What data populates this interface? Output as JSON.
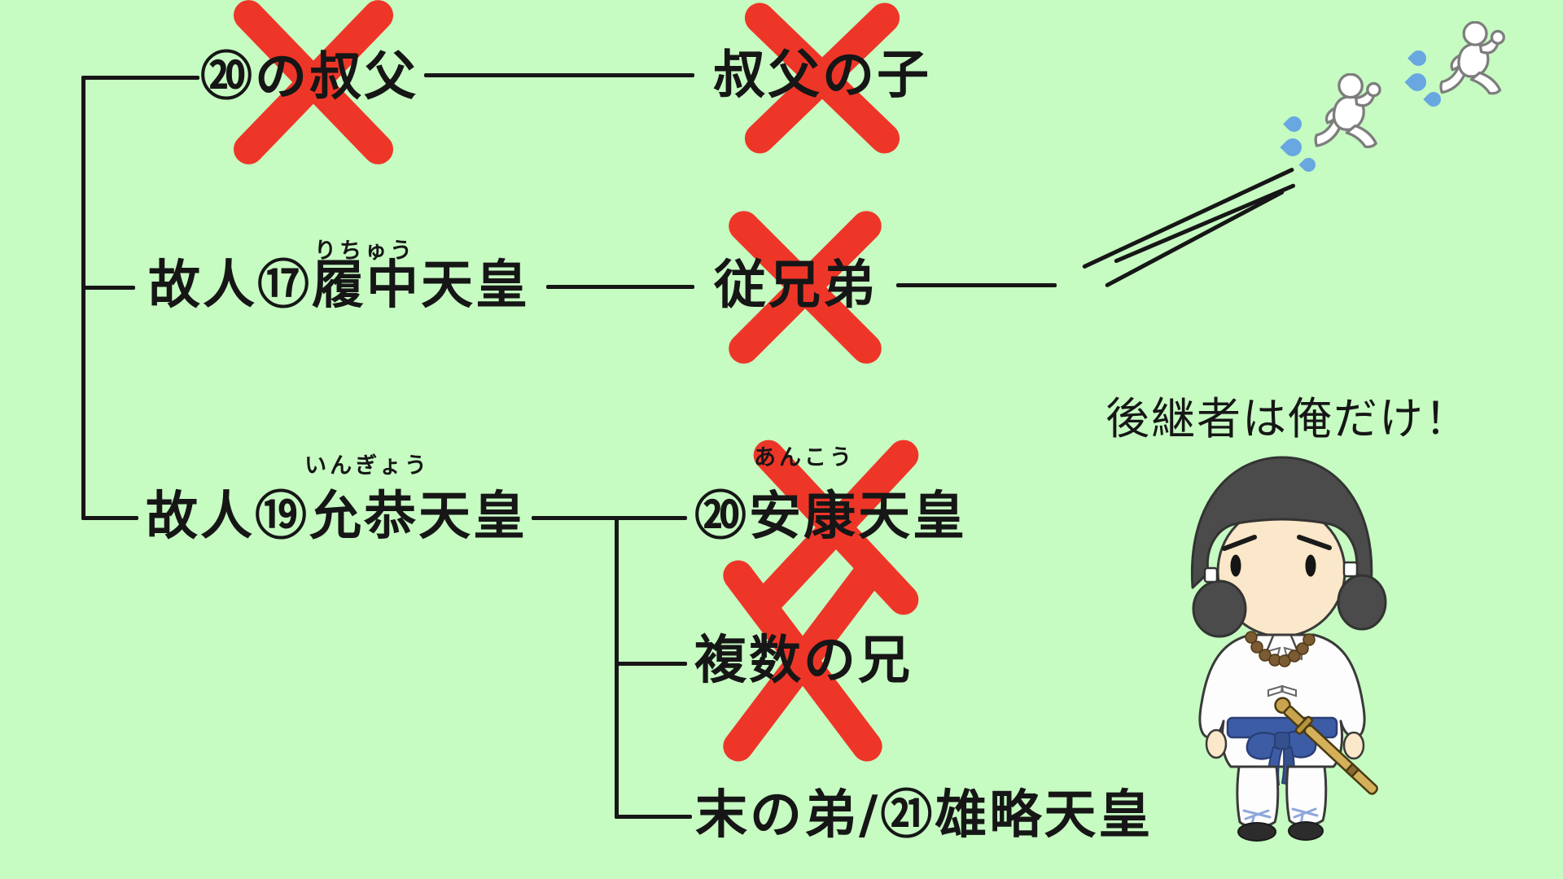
{
  "colors": {
    "background": "#c6fbc2",
    "cross_red": "#ee3628",
    "line_black": "#161616",
    "text_black": "#161616",
    "sweat_blue": "#68a7e0"
  },
  "tree": {
    "generation_top": {
      "uncle": {
        "label": "⑳の叔父",
        "crossed_out": true
      },
      "uncles_son": {
        "label": "叔父の子",
        "crossed_out": true
      }
    },
    "generation_middle": {
      "richu": {
        "label": "故人⑰履中天皇",
        "furigana": "りちゅう",
        "crossed_out": false
      },
      "cousin": {
        "label": "従兄弟",
        "crossed_out": true
      }
    },
    "generation_bottom": {
      "ingyo": {
        "label": "故人⑲允恭天皇",
        "furigana": "いんぎょう",
        "crossed_out": false
      },
      "children": {
        "anko": {
          "label": "⑳安康天皇",
          "furigana": "あんこう",
          "crossed_out": true
        },
        "brothers": {
          "label": "複数の兄",
          "crossed_out": true
        },
        "yuryaku": {
          "label": "末の弟/㉑雄略天皇",
          "crossed_out": false
        }
      }
    }
  },
  "speech": {
    "text": "後継者は俺だけ！"
  },
  "icons": {
    "cross": "red-cross-out-x",
    "runner": "running-person",
    "sweat": "sweat-drops",
    "speed_lines": "speed-lines",
    "character": "emperor-yuryaku-chibi"
  }
}
